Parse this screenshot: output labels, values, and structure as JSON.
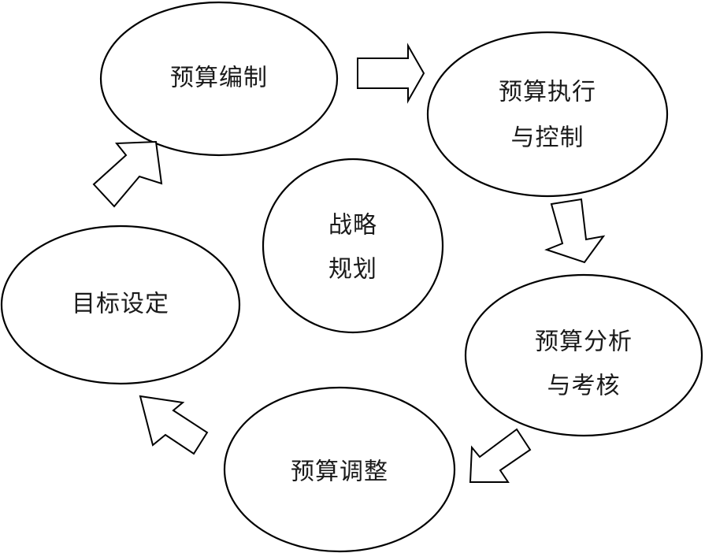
{
  "nodes": {
    "budget_preparation": {
      "lines": [
        "预算编制"
      ]
    },
    "budget_execution_control": {
      "lines": [
        "预算执行",
        "与控制"
      ]
    },
    "budget_analysis_assessment": {
      "lines": [
        "预算分析",
        "与考核"
      ]
    },
    "budget_adjustment": {
      "lines": [
        "预算调整"
      ]
    },
    "goal_setting": {
      "lines": [
        "目标设定"
      ]
    },
    "strategic_planning": {
      "lines": [
        "战略",
        "规划"
      ]
    }
  },
  "colors": {
    "stroke": "#000000",
    "fill": "#ffffff",
    "text": "#1a1a1a"
  }
}
